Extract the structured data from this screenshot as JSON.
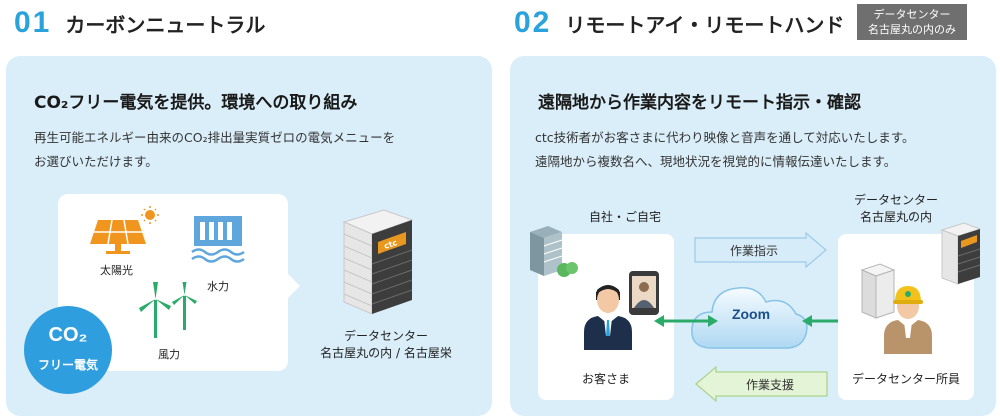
{
  "section1": {
    "number": "01",
    "title": "カーボンニュートラル",
    "heading": "CO₂フリー電気を提供。環境への取り組み",
    "desc_line1": "再生可能エネルギー由来のCO₂排出量実質ゼロの電気メニューを",
    "desc_line2": "お選びいただけます。",
    "energy": {
      "solar": "太陽光",
      "hydro": "水力",
      "wind": "風力"
    },
    "badge": {
      "line1": "CO₂",
      "line2": "フリー電気"
    },
    "datacenter_label_line1": "データセンター",
    "datacenter_label_line2": "名古屋丸の内 / 名古屋栄",
    "dc_logo": "ctc"
  },
  "section2": {
    "number": "02",
    "title": "リモートアイ・リモートハンド",
    "tag_line1": "データセンター",
    "tag_line2": "名古屋丸の内のみ",
    "heading": "遠隔地から作業内容をリモート指示・確認",
    "desc_line1": "ctc技術者がお客さまに代わり映像と音声を通して対応いたします。",
    "desc_line2": "遠隔地から複数名へ、現地状況を視覚的に情報伝達いたします。",
    "home_label": "自社・ご自宅",
    "customer_label": "お客さま",
    "dc_label_line1": "データセンター",
    "dc_label_line2": "名古屋丸の内",
    "staff_label": "データセンター所員",
    "instruction_label": "作業指示",
    "support_label": "作業支援",
    "cloud_label": "Zoom"
  },
  "colors": {
    "accent": "#2aa3dc",
    "panel_bg": "#daeef9",
    "arrow_green": "#2bab6a",
    "solar_orange": "#f0961e"
  }
}
